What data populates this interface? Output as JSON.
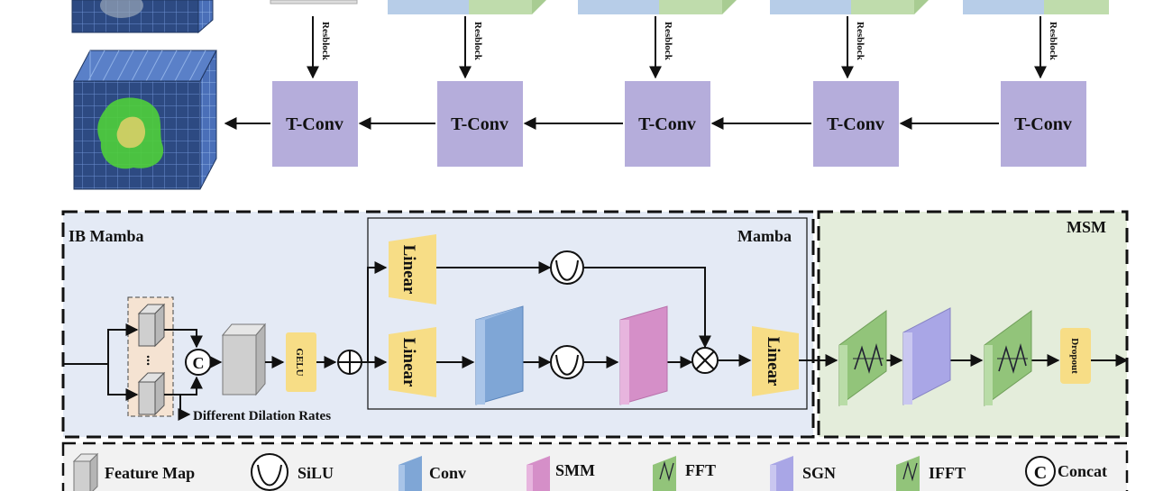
{
  "colors": {
    "tconv": "#b5addb",
    "blue_block": "#b7cde8",
    "green_block": "#bfdcac",
    "ib_bg": "#e4eaf5",
    "msm_bg": "#e4eddb",
    "linear": "#f7dd86",
    "gelu": "#f7dd86",
    "conv": "#7fa6d6",
    "smm": "#d58fc8",
    "fft": "#92c47a",
    "sgn": "#a9a6e6",
    "feature_map": "#cfcfcf",
    "branch_bg": "#f5e3d2"
  },
  "decoder": {
    "resblock_label": "Resblock",
    "tconv_label": "T-Conv"
  },
  "ib_mamba": {
    "title": "IB Mamba",
    "concat_symbol": "C",
    "ellipsis": "...",
    "dilation_text": "Different Dilation Rates",
    "gelu_label": "GELU"
  },
  "mamba": {
    "title": "Mamba",
    "linear_label": "Linear"
  },
  "msm": {
    "title": "MSM",
    "dropout_label": "Dropout"
  },
  "legend": {
    "feature_map": "Feature Map",
    "silu": "SiLU",
    "conv": "Conv",
    "smm": "SMM",
    "fft": "FFT",
    "sgn": "SGN",
    "ifft": "IFFT",
    "concat": "Concat",
    "concat_symbol": "C"
  }
}
